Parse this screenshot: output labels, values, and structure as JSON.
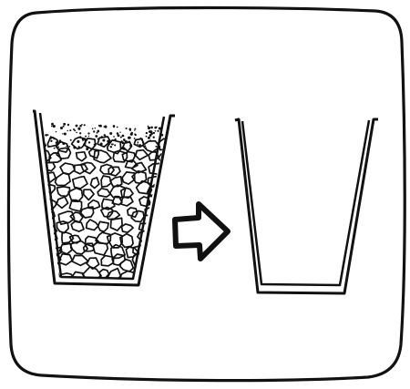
{
  "illustration": {
    "colors": {
      "ink": "#111111",
      "paper": "#ffffff"
    },
    "panels": [
      {
        "name": "full-cup",
        "contents": "pebbles"
      },
      {
        "name": "arrow",
        "icon": "right-arrow-icon"
      },
      {
        "name": "empty-cup",
        "contents": "none"
      }
    ]
  }
}
